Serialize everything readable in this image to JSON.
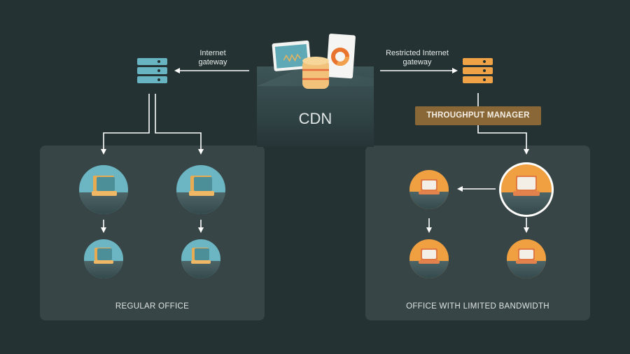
{
  "cdn": {
    "label": "CDN"
  },
  "left_gateway": {
    "label_line1": "Internet",
    "label_line2": "gateway",
    "server_color": "#68b4c2"
  },
  "right_gateway": {
    "label_line1": "Restricted Internet",
    "label_line2": "gateway",
    "server_color": "#f0a246"
  },
  "throughput_manager": {
    "label": "THROUGHPUT MANAGER",
    "color": "#8a6737"
  },
  "regular_office": {
    "label": "REGULAR OFFICE",
    "node_color": "#6cb6c3",
    "nodes": 4
  },
  "limited_office": {
    "label": "OFFICE WITH LIMITED BANDWIDTH",
    "node_color": "#f0a040",
    "nodes": 4
  },
  "colors": {
    "background": "#253234",
    "panel": "#384546",
    "arrow": "#ffffff"
  }
}
